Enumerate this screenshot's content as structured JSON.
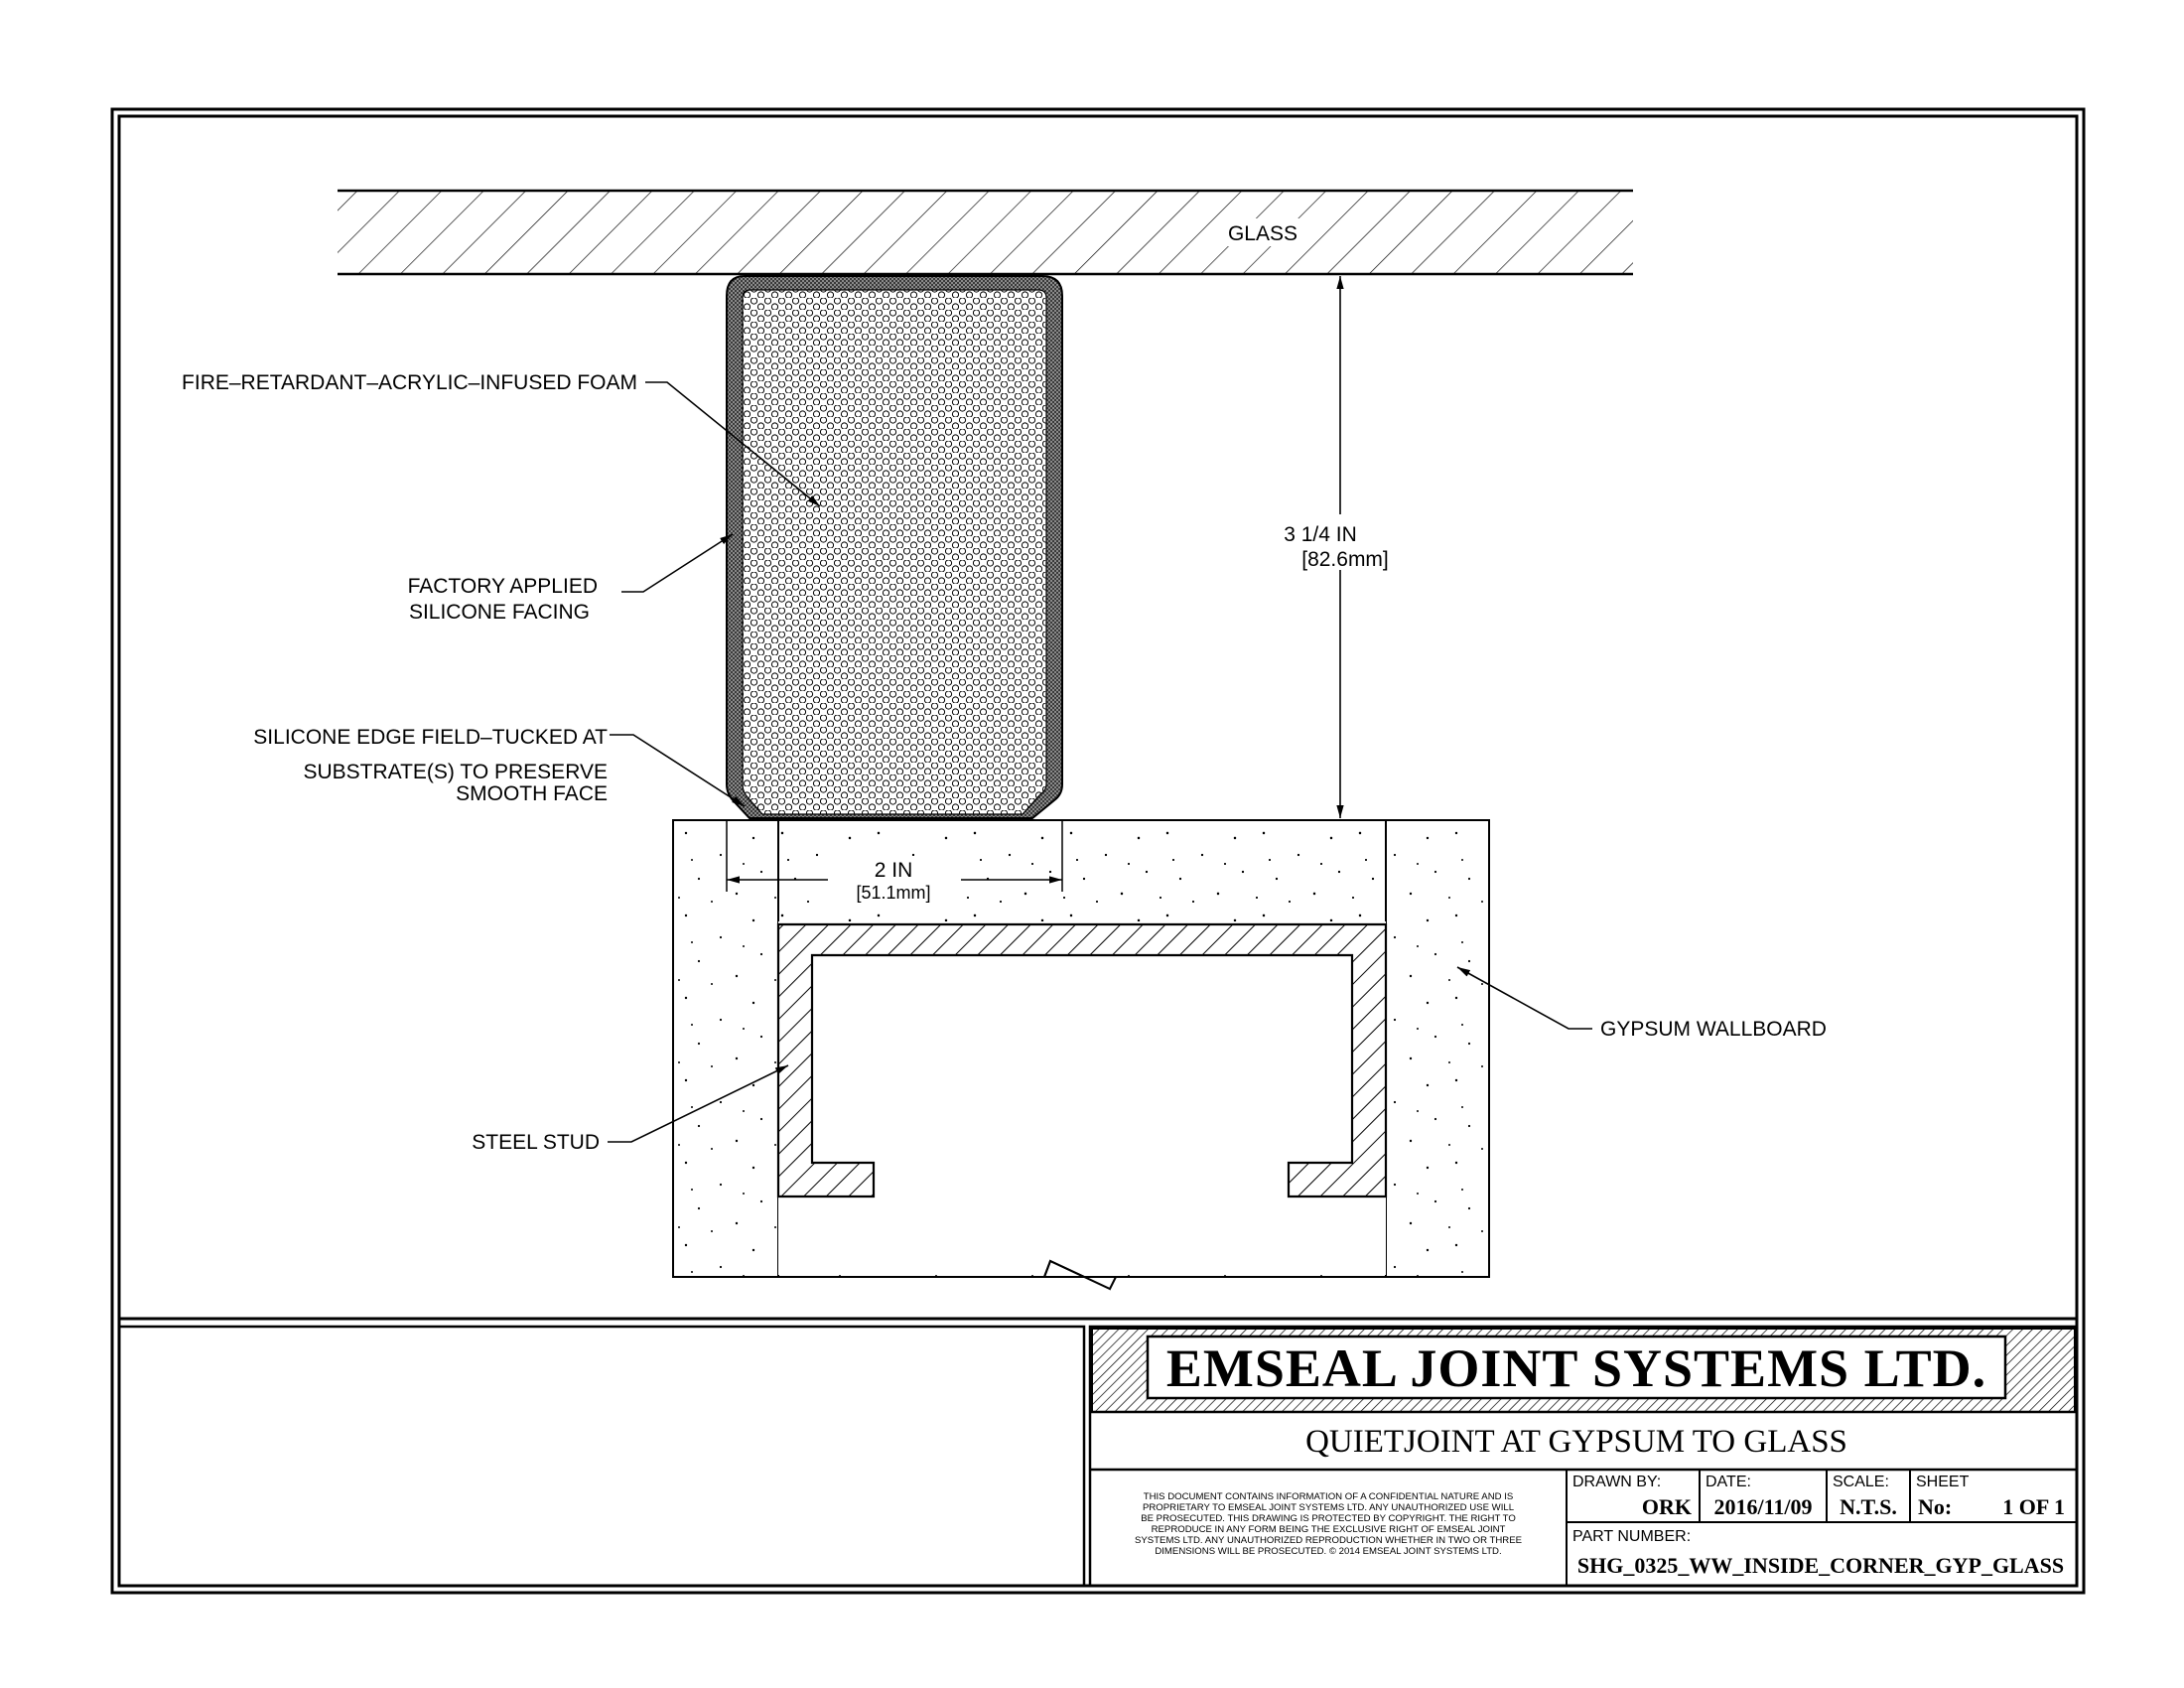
{
  "drawing": {
    "labels": {
      "glass": "GLASS",
      "foam": "FIRE–RETARDANT–ACRYLIC–INFUSED FOAM",
      "facing_line1": "FACTORY APPLIED",
      "facing_line2": "SILICONE FACING",
      "edge_line1": "SILICONE EDGE FIELD–TUCKED AT",
      "edge_line2": "SUBSTRATE(S) TO PRESERVE",
      "edge_line3": "SMOOTH FACE",
      "steel_stud": "STEEL STUD",
      "gypsum": "GYPSUM WALLBOARD"
    },
    "dimensions": {
      "depth_imperial": "3 1/4 IN",
      "depth_metric": "[82.6mm]",
      "width_imperial": "2 IN",
      "width_metric": "[51.1mm]"
    }
  },
  "title_block": {
    "company": "EMSEAL JOINT SYSTEMS LTD.",
    "title": "QUIETJOINT AT GYPSUM TO GLASS",
    "notice_lines": [
      "THIS DOCUMENT CONTAINS INFORMATION OF A CONFIDENTIAL NATURE AND IS",
      "PROPRIETARY TO EMSEAL JOINT SYSTEMS LTD. ANY UNAUTHORIZED USE WILL",
      "BE PROSECUTED. THIS DRAWING IS PROTECTED BY COPYRIGHT. THE RIGHT TO",
      "REPRODUCE IN ANY FORM BEING THE EXCLUSIVE RIGHT OF EMSEAL JOINT",
      "SYSTEMS LTD. ANY UNAUTHORIZED REPRODUCTION WHETHER IN TWO OR THREE",
      "DIMENSIONS WILL BE PROSECUTED. © 2014 EMSEAL JOINT SYSTEMS LTD."
    ],
    "drawn_by_label": "DRAWN BY:",
    "drawn_by": "ORK",
    "date_label": "DATE:",
    "date": "2016/11/09",
    "scale_label": "SCALE:",
    "scale": "N.T.S.",
    "sheet_label": "SHEET",
    "sheet_no_label": "No:",
    "sheet": "1 OF 1",
    "part_number_label": "PART NUMBER:",
    "part_number": "SHG_0325_WW_INSIDE_CORNER_GYP_GLASS"
  }
}
